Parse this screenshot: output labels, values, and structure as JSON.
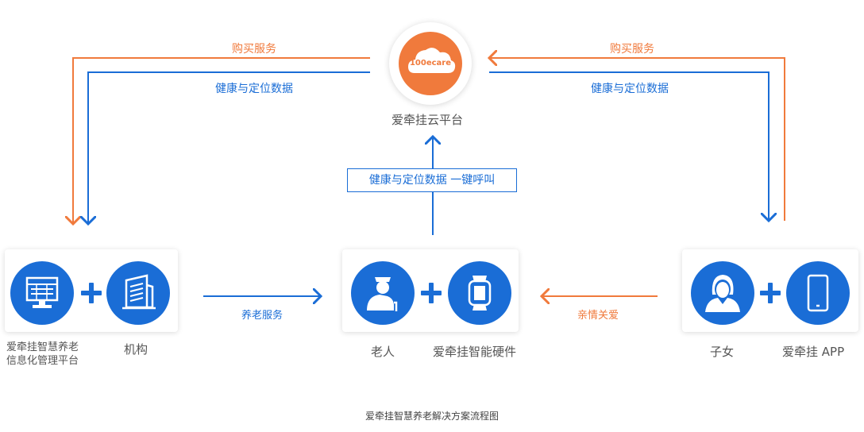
{
  "cloud": {
    "logo_text": "100ecare",
    "label": "爱牵挂云平台"
  },
  "left_flow": {
    "buy_label": "购买服务",
    "data_label": "健康与定位数据"
  },
  "right_flow": {
    "buy_label": "购买服务",
    "data_label": "健康与定位数据"
  },
  "center_box": {
    "label": "健康与定位数据 一键呼叫"
  },
  "left_group": {
    "platform_label_line1": "爱牵挂智慧养老",
    "platform_label_line2": "信息化管理平台",
    "org_label": "机构"
  },
  "center_group": {
    "elder_label": "老人",
    "device_label": "爱牵挂智能硬件"
  },
  "right_group": {
    "child_label": "子女",
    "app_label": "爱牵挂 APP"
  },
  "arrows": {
    "elder_service": "养老服务",
    "family_care": "亲情关爱"
  },
  "caption": "爱牵挂智慧养老解决方案流程图",
  "colors": {
    "orange": "#f07a3c",
    "blue": "#1a6dd6"
  }
}
